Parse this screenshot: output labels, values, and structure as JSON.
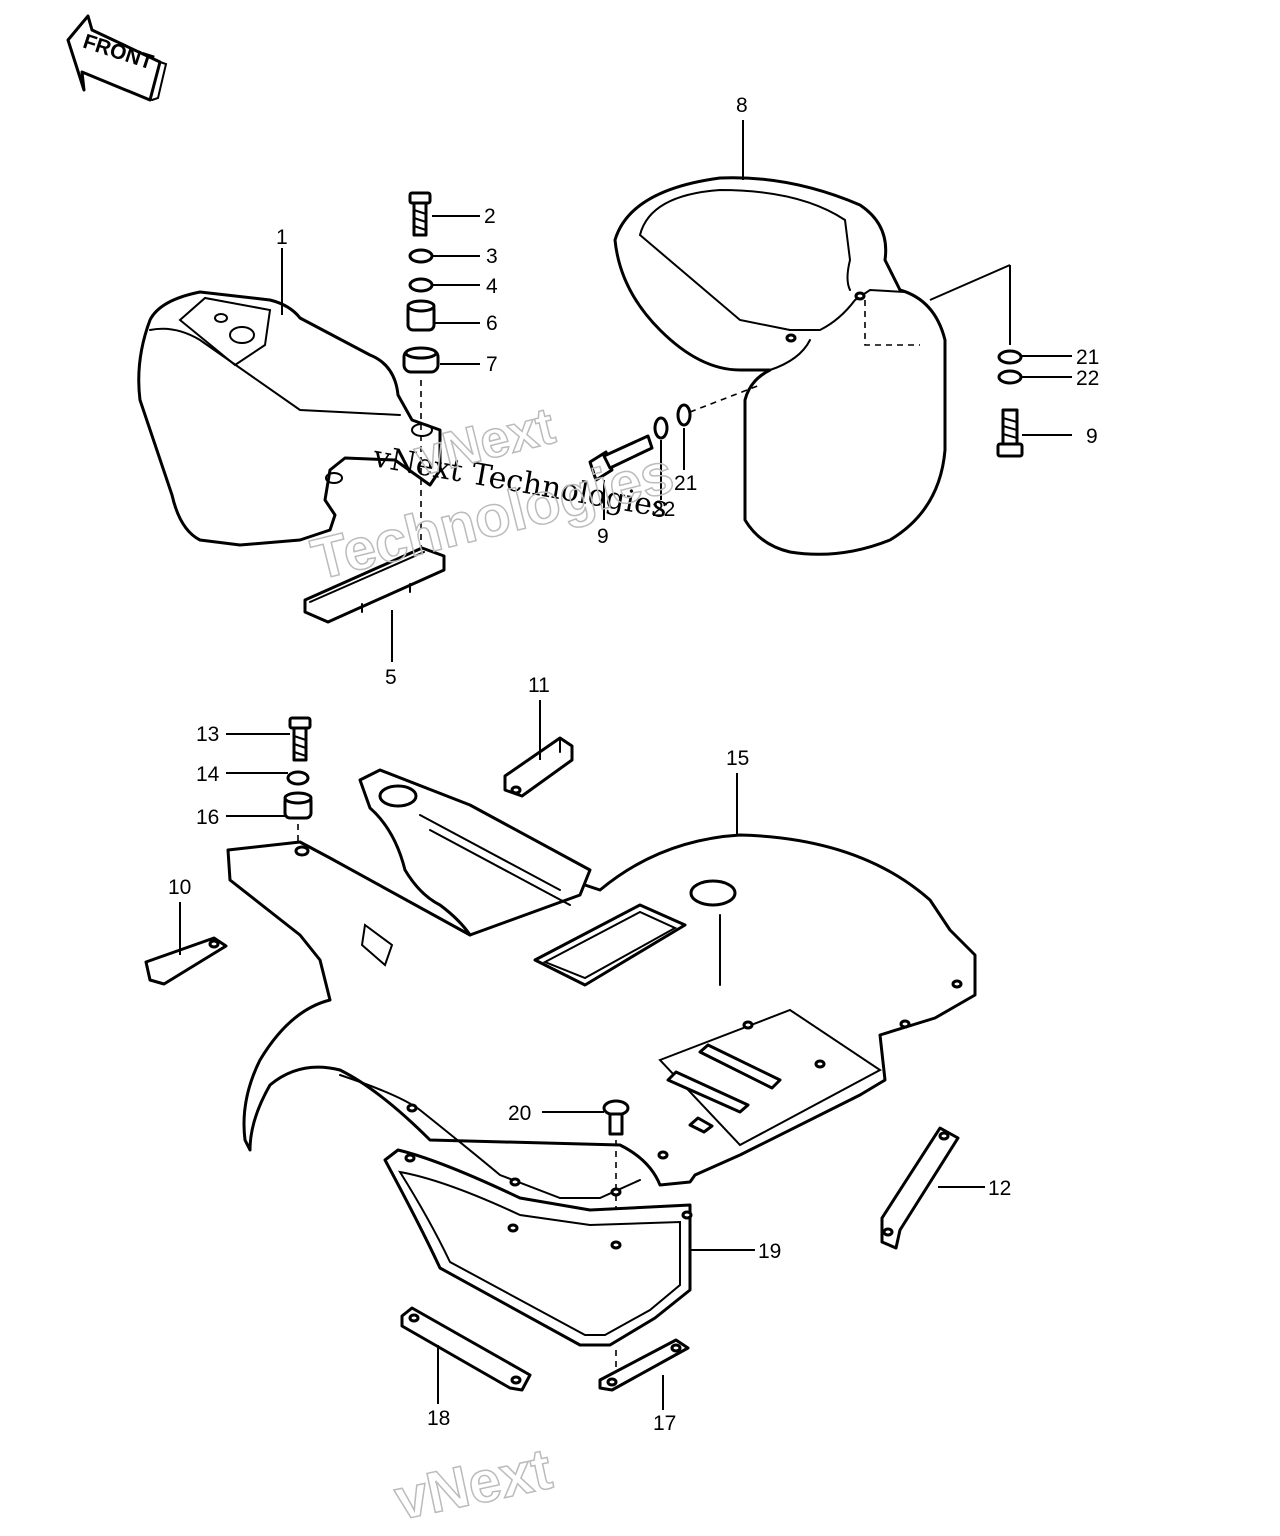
{
  "front_arrow": {
    "label": "FRONT"
  },
  "watermarks": [
    {
      "text": "vNext Technologies"
    },
    {
      "text": "vNext"
    },
    {
      "text": "Technologies"
    },
    {
      "text": "vNext"
    }
  ],
  "callouts": [
    {
      "id": "c1",
      "label": "1"
    },
    {
      "id": "c2",
      "label": "2"
    },
    {
      "id": "c3",
      "label": "3"
    },
    {
      "id": "c4",
      "label": "4"
    },
    {
      "id": "c5",
      "label": "5"
    },
    {
      "id": "c6",
      "label": "6"
    },
    {
      "id": "c7",
      "label": "7"
    },
    {
      "id": "c8",
      "label": "8"
    },
    {
      "id": "c9a",
      "label": "9"
    },
    {
      "id": "c9b",
      "label": "9"
    },
    {
      "id": "c10",
      "label": "10"
    },
    {
      "id": "c11",
      "label": "11"
    },
    {
      "id": "c12",
      "label": "12"
    },
    {
      "id": "c13",
      "label": "13"
    },
    {
      "id": "c14",
      "label": "14"
    },
    {
      "id": "c15",
      "label": "15"
    },
    {
      "id": "c16",
      "label": "16"
    },
    {
      "id": "c17",
      "label": "17"
    },
    {
      "id": "c18",
      "label": "18"
    },
    {
      "id": "c19",
      "label": "19"
    },
    {
      "id": "c20",
      "label": "20"
    },
    {
      "id": "c21a",
      "label": "21"
    },
    {
      "id": "c21b",
      "label": "21"
    },
    {
      "id": "c22a",
      "label": "22"
    },
    {
      "id": "c22b",
      "label": "22"
    }
  ]
}
